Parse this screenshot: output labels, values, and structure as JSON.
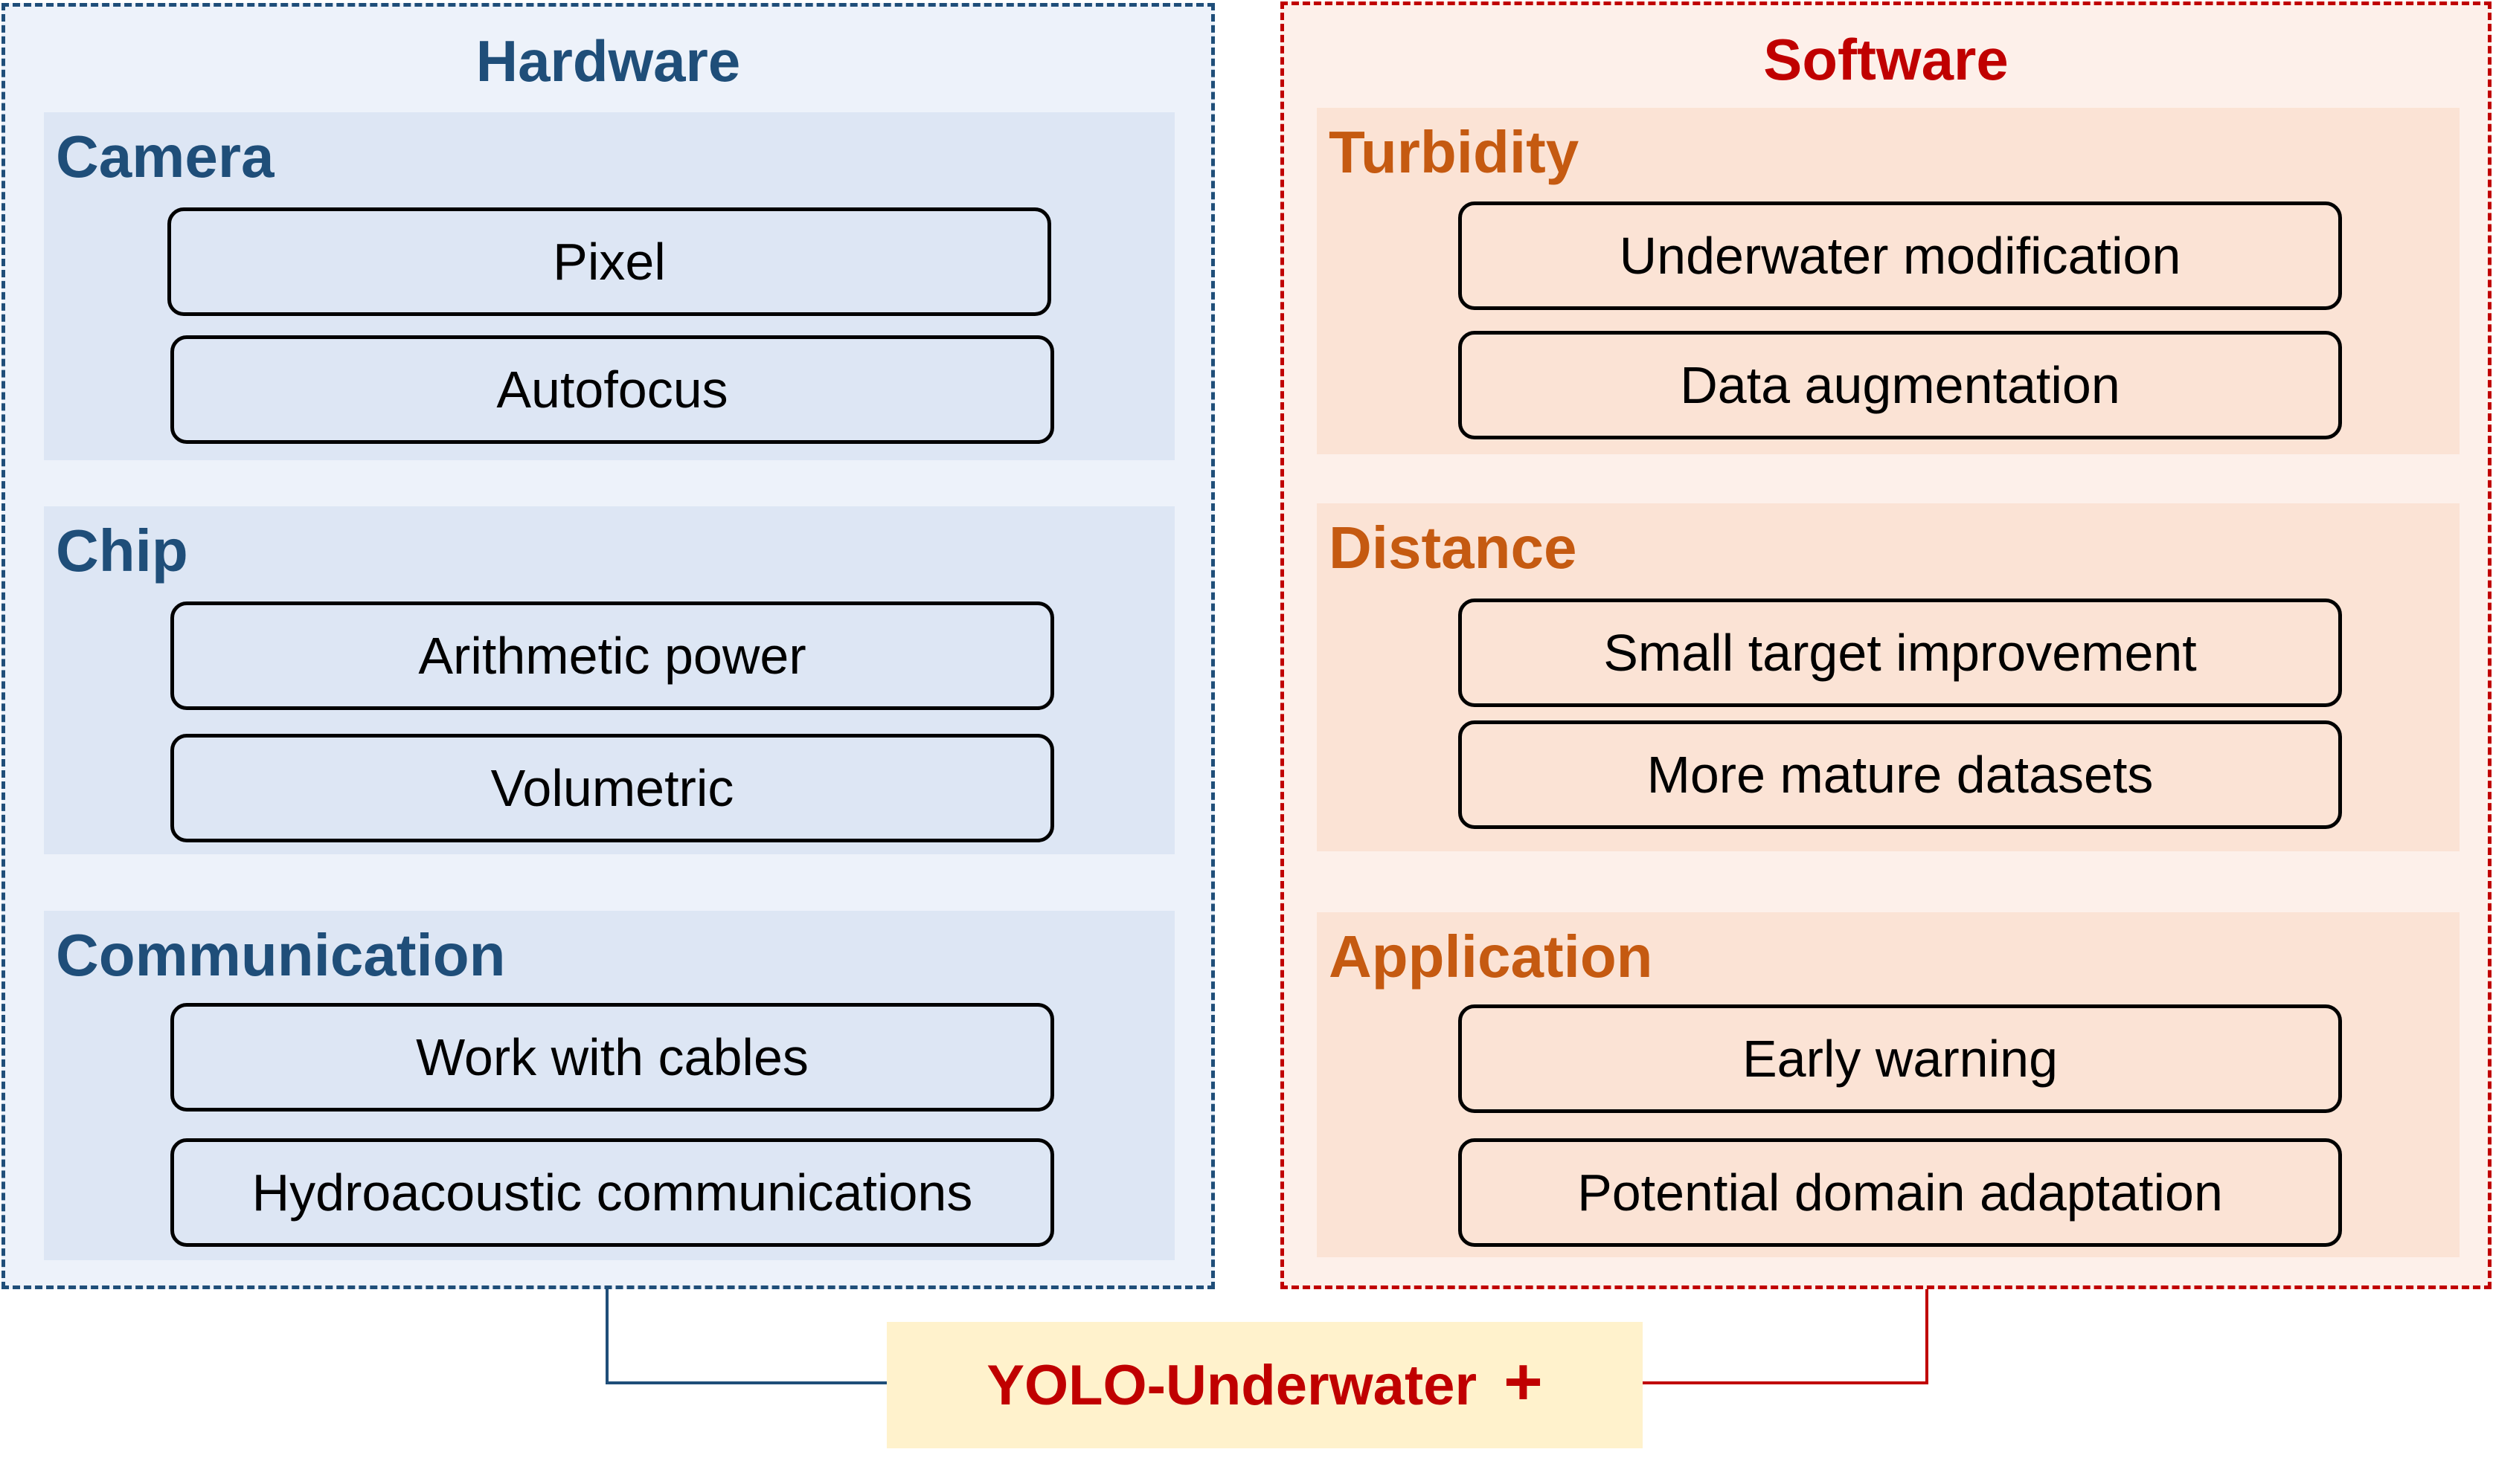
{
  "hardware": {
    "title": "Hardware",
    "groups": [
      {
        "title": "Camera",
        "items": [
          "Pixel",
          "Autofocus"
        ]
      },
      {
        "title": "Chip",
        "items": [
          "Arithmetic power",
          "Volumetric"
        ]
      },
      {
        "title": "Communication",
        "items": [
          "Work with cables",
          "Hydroacoustic communications"
        ]
      }
    ]
  },
  "software": {
    "title": "Software",
    "groups": [
      {
        "title": "Turbidity",
        "items": [
          "Underwater modification",
          "Data augmentation"
        ]
      },
      {
        "title": "Distance",
        "items": [
          "Small target improvement",
          "More mature datasets"
        ]
      },
      {
        "title": "Application",
        "items": [
          "Early warning",
          "Potential domain adaptation"
        ]
      }
    ]
  },
  "center": {
    "label": "YOLO-Underwater",
    "icon": "plus-icon"
  },
  "colors": {
    "hardware_accent": "#1f4e79",
    "software_accent": "#c00000",
    "software_group_title": "#c55a11",
    "hardware_fill": "#dde6f4",
    "software_fill": "#fbe3d5",
    "center_fill": "#fff2cc"
  }
}
